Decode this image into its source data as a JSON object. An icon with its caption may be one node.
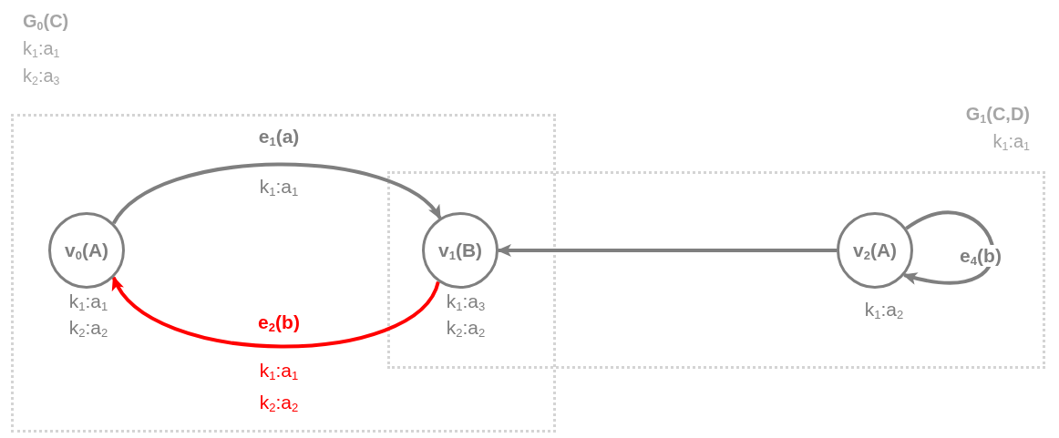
{
  "diagram": {
    "nodes": [
      {
        "text": [
          "G$_{0}$(C)",
          "k$_{1}$:a$_{1}$",
          "k$_{2}$:a$_{3}$"
        ]
      },
      {
        "text": [
          "G$_{1}$(C,D)",
          "k$_{1}$:a$_{1}$"
        ]
      },
      {
        "text": [
          "v$_{0}$(A)"
        ],
        "in": 0,
        "beside": [
          "k$_{1}$:a$_{1}$",
          "k$_{2}$:a$_{2}$"
        ]
      },
      {
        "text": [
          "v$_{1}$(B)"
        ],
        "beside": [
          "k$_{1}$:a$_{3}$",
          "k$_{2}$:a$_{2}$"
        ]
      },
      {
        "text": [
          "v$_{2}$(A)"
        ],
        "in": 1,
        "beside": [
          "k$_{1}$:a$_{2}$"
        ]
      }
    ],
    "edges": [
      {
        "from": 2,
        "to": 3,
        "arrow": "to",
        "label": "e$_{1}$(a)"
      },
      {
        "from": 3,
        "to": 2,
        "arrow": "to",
        "label": "e$_{2}$(b)",
        "color": "#ff0000"
      },
      {
        "from": 4,
        "to": 3,
        "arrow": "to"
      },
      {
        "from": 4,
        "to": 4,
        "arrow": "to",
        "label": "e$_{4}$(b)"
      }
    ],
    "labels": [
      "k$_{1}$:a$_{1}$",
      "k$_{1}$:a$_{1}$",
      "k$_{2}$:a$_{2}$"
    ]
  }
}
